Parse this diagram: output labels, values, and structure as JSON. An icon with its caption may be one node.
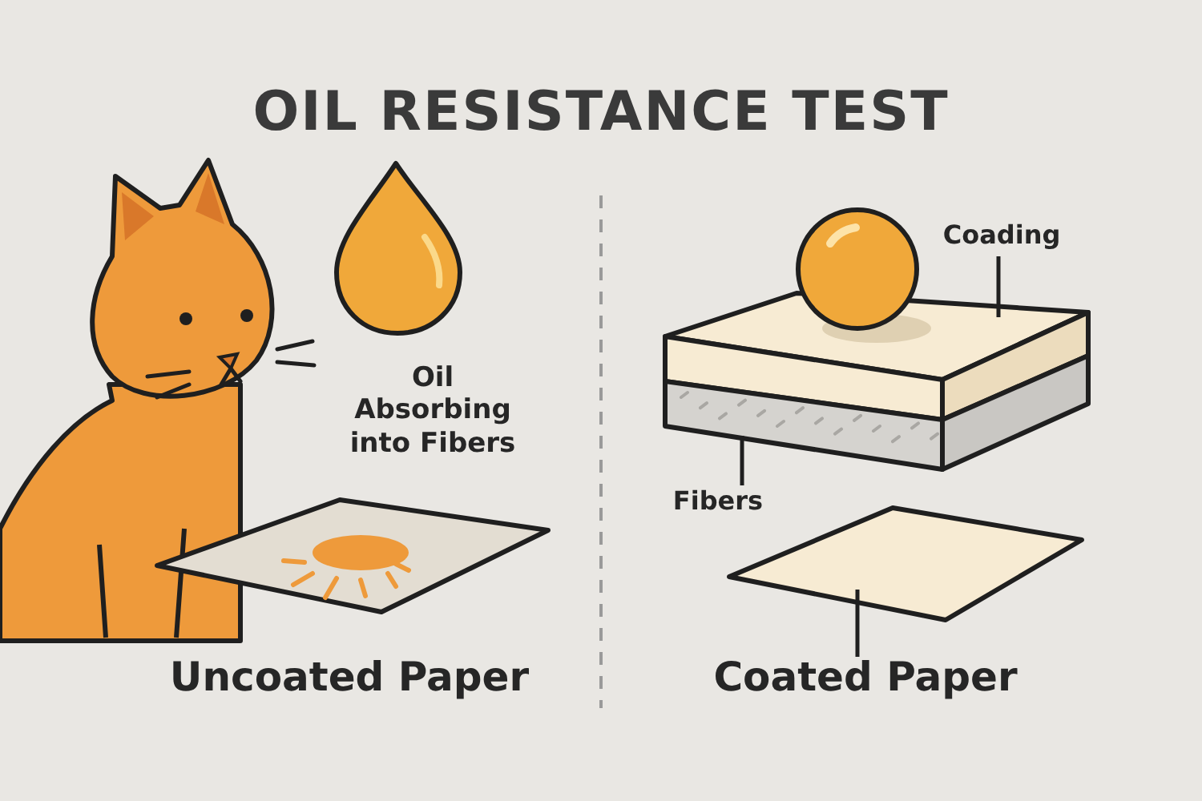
{
  "diagram": {
    "title": "OIL RESISTANCE TEST",
    "nodes": [
      {
        "text": [
          "Coading"
        ]
      },
      {
        "text": [],
        "shape": "box"
      },
      {
        "text": [
          "Fibers"
        ]
      },
      {
        "text": [],
        "shape": "box"
      },
      {
        "text": [
          "Coated Paper"
        ]
      },
      {
        "text": [],
        "shape": "box"
      }
    ],
    "edges": [
      {
        "from": 0,
        "to": 1,
        "arrow": "none"
      },
      {
        "from": 2,
        "to": 3,
        "arrow": "none"
      },
      {
        "from": 4,
        "to": 5,
        "arrow": "none"
      }
    ],
    "labels": [
      "Oil Absorbing into Fibers",
      "Uncoated Paper"
    ]
  }
}
